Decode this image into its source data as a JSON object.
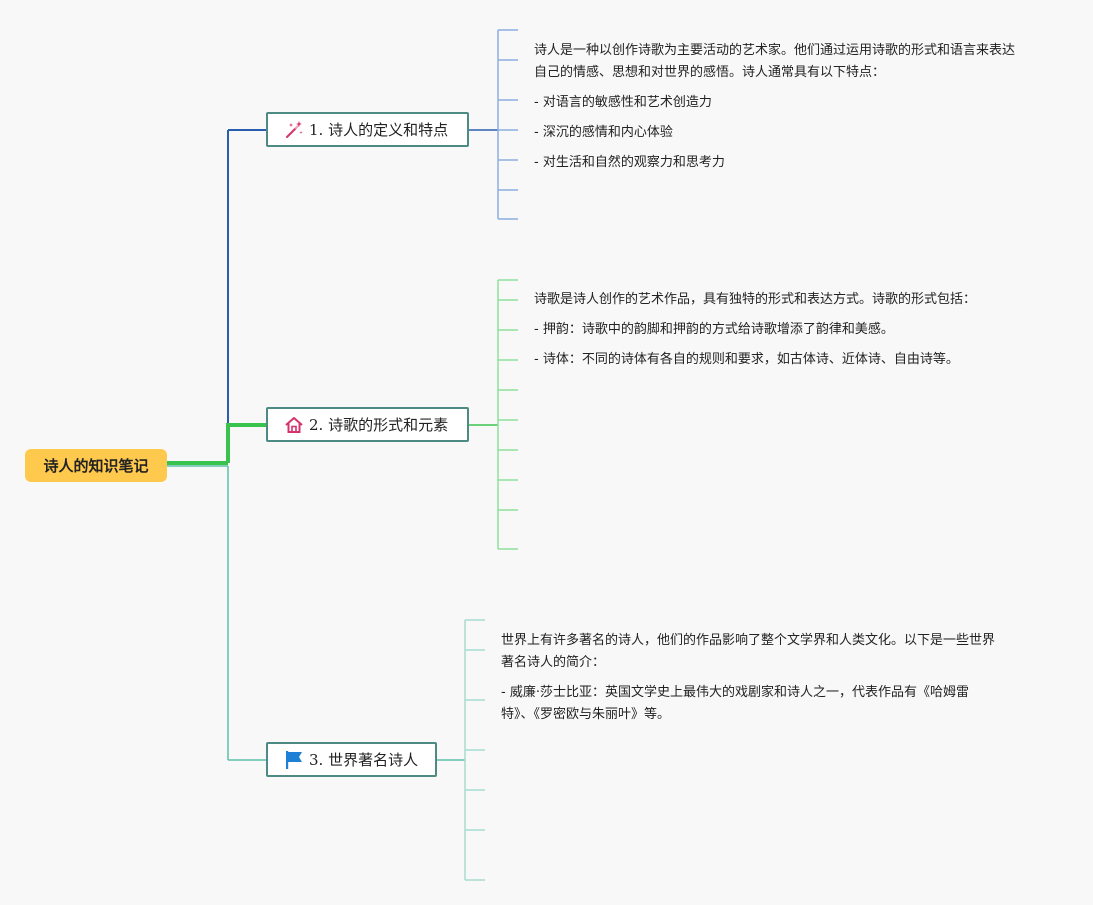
{
  "root": {
    "label": "诗人的知识笔记",
    "color": "#ffc94d"
  },
  "topics": [
    {
      "label": "1. 诗人的定义和特点",
      "icon": "magic-wand-icon",
      "branch_color": "#2a5db0",
      "sub_color": "#8aaee0",
      "notes": [
        "诗人是一种以创作诗歌为主要活动的艺术家。他们通过运用诗歌的形式和语言来表达自己的情感、思想和对世界的感悟。诗人通常具有以下特点：",
        "- 对语言的敏感性和艺术创造力",
        "- 深沉的感情和内心体验",
        "- 对生活和自然的观察力和思考力"
      ]
    },
    {
      "label": "2. 诗歌的形式和元素",
      "icon": "house-icon",
      "branch_color": "#3ac24f",
      "sub_color": "#8fe09a",
      "notes": [
        "诗歌是诗人创作的艺术作品，具有独特的形式和表达方式。诗歌的形式包括：",
        "- 押韵：诗歌中的韵脚和押韵的方式给诗歌增添了韵律和美感。",
        "- 诗体：不同的诗体有各自的规则和要求，如古体诗、近体诗、自由诗等。"
      ]
    },
    {
      "label": "3. 世界著名诗人",
      "icon": "flag-icon",
      "branch_color": "#5cc0a8",
      "sub_color": "#a8dccf",
      "notes": [
        "世界上有许多著名的诗人，他们的作品影响了整个文学界和人类文化。以下是一些世界著名诗人的简介：",
        "- 威廉·莎士比亚：英国文学史上最伟大的戏剧家和诗人之一，代表作品有《哈姆雷特》、《罗密欧与朱丽叶》等。"
      ]
    }
  ]
}
